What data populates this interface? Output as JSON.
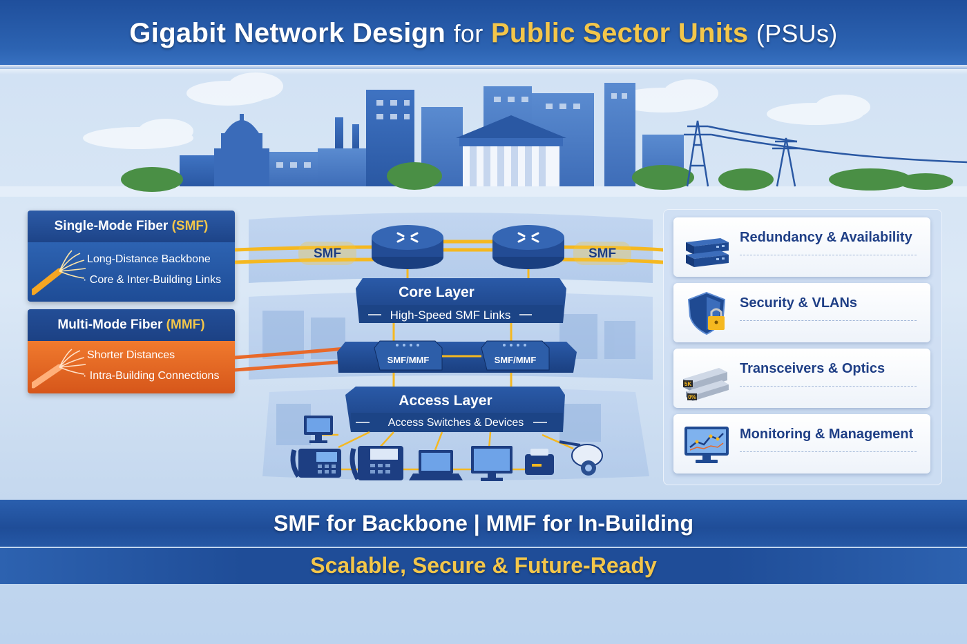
{
  "title": {
    "main": "Gigabit Network Design",
    "for": "for",
    "accent": "Public Sector Units",
    "paren": "(PSUs)"
  },
  "smf_panel": {
    "heading": "Single-Mode Fiber",
    "abbr": "(SMF)",
    "line1": "Long-Distance Backbone",
    "line2": "· Core & Inter-Building Links"
  },
  "mmf_panel": {
    "heading": "Multi-Mode Fiber",
    "abbr": "(MMF)",
    "line1": "Shorter Distances",
    "line2": "· Intra-Building Connections"
  },
  "diagram": {
    "smf_left": "SMF",
    "smf_right": "SMF",
    "core_title": "Core Layer",
    "core_sub": "High-Speed SMF Links",
    "dist_left": "SMF/MMF",
    "dist_right": "SMF/MMF",
    "access_title": "Access Layer",
    "access_sub": "Access Switches & Devices"
  },
  "cards": [
    {
      "label": "Redundancy & Availability",
      "icon": "server-stack-icon"
    },
    {
      "label": "Security & VLANs",
      "icon": "shield-lock-icon"
    },
    {
      "label": "Transceivers & Optics",
      "icon": "transceiver-icon"
    },
    {
      "label": "Monitoring & Management",
      "icon": "monitor-chart-icon"
    }
  ],
  "transceiver_tags": [
    "5K",
    "0%"
  ],
  "bottom": {
    "line1": "SMF for Backbone  |  MMF for In-Building",
    "line2": "Scalable, Secure & Future-Ready"
  },
  "colors": {
    "primary": "#1f4d98",
    "accent_gold": "#f3c64a",
    "mmf_orange": "#e8692a",
    "smf_yellow": "#f5b820"
  }
}
